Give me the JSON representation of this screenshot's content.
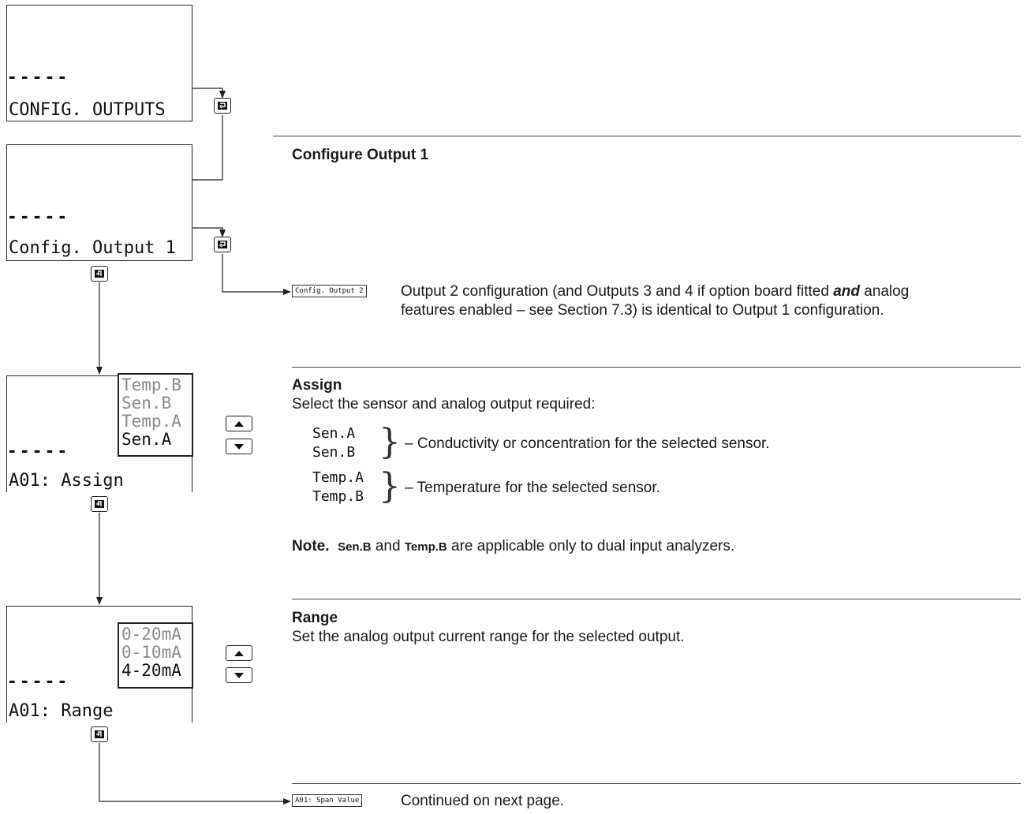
{
  "screens": {
    "config_outputs": "CONFIG. OUTPUTS",
    "config_output_1": "Config. Output 1",
    "assign": "A01: Assign",
    "range": "A01: Range",
    "dashes": "- - - - -"
  },
  "assign_options": [
    "Temp.B",
    "Sen.B",
    "Temp.A",
    "Sen.A"
  ],
  "range_options": [
    "0-20mA",
    "0-10mA",
    "4-20mA"
  ],
  "icons": {
    "return_key": "return-key-icon",
    "enter_key": "enter-key-icon",
    "up_key": "up-arrow-icon",
    "down_key": "down-arrow-icon"
  },
  "sections": {
    "configure_output_1": {
      "heading": "Configure Output 1"
    },
    "output2": {
      "tag": "Config. Output 2",
      "text_line1_a": "Output 2 configuration (and Outputs 3 and 4 if option board fitted ",
      "text_line1_em": "and",
      "text_line1_b": " analog",
      "text_line2": "features enabled – see Section 7.3) is identical to Output 1 configuration."
    },
    "assign": {
      "heading": "Assign",
      "intro": "Select the sensor and analog output required:",
      "group1_items": [
        "Sen.A",
        "Sen.B"
      ],
      "group1_desc": "–   Conductivity or concentration for the selected sensor.",
      "group2_items": [
        "Temp.A",
        "Temp.B"
      ],
      "group2_desc": "–   Temperature for the selected sensor.",
      "note_label": "Note.",
      "note_term1": "Sen.B",
      "note_and": " and ",
      "note_term2": "Temp.B",
      "note_rest": " are applicable only to dual input analyzers."
    },
    "range": {
      "heading": "Range",
      "text": "Set the analog output current range for the selected output."
    },
    "span": {
      "tag": "A01: Span Value",
      "text": "Continued on next page."
    }
  }
}
